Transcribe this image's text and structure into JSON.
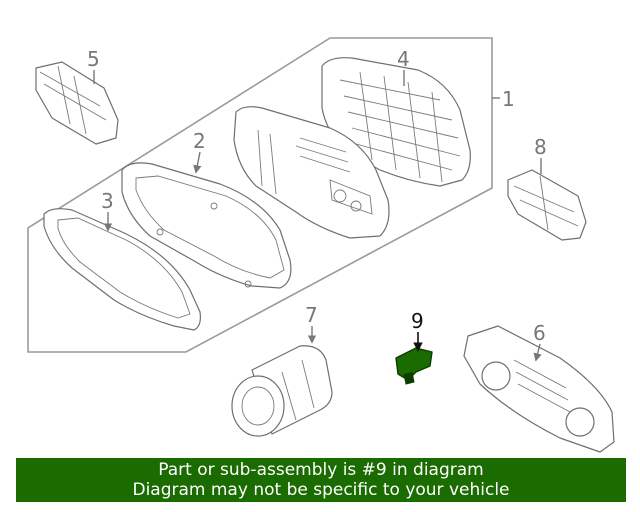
{
  "diagram": {
    "callouts": [
      "1",
      "2",
      "3",
      "4",
      "5",
      "6",
      "7",
      "8",
      "9"
    ],
    "highlighted_part": "9",
    "highlight_color": "#1a6b00"
  },
  "banner": {
    "line1": "Part or sub-assembly is #9 in diagram",
    "line2": "Diagram may not be specific to your vehicle",
    "background": "#1a6b00"
  }
}
